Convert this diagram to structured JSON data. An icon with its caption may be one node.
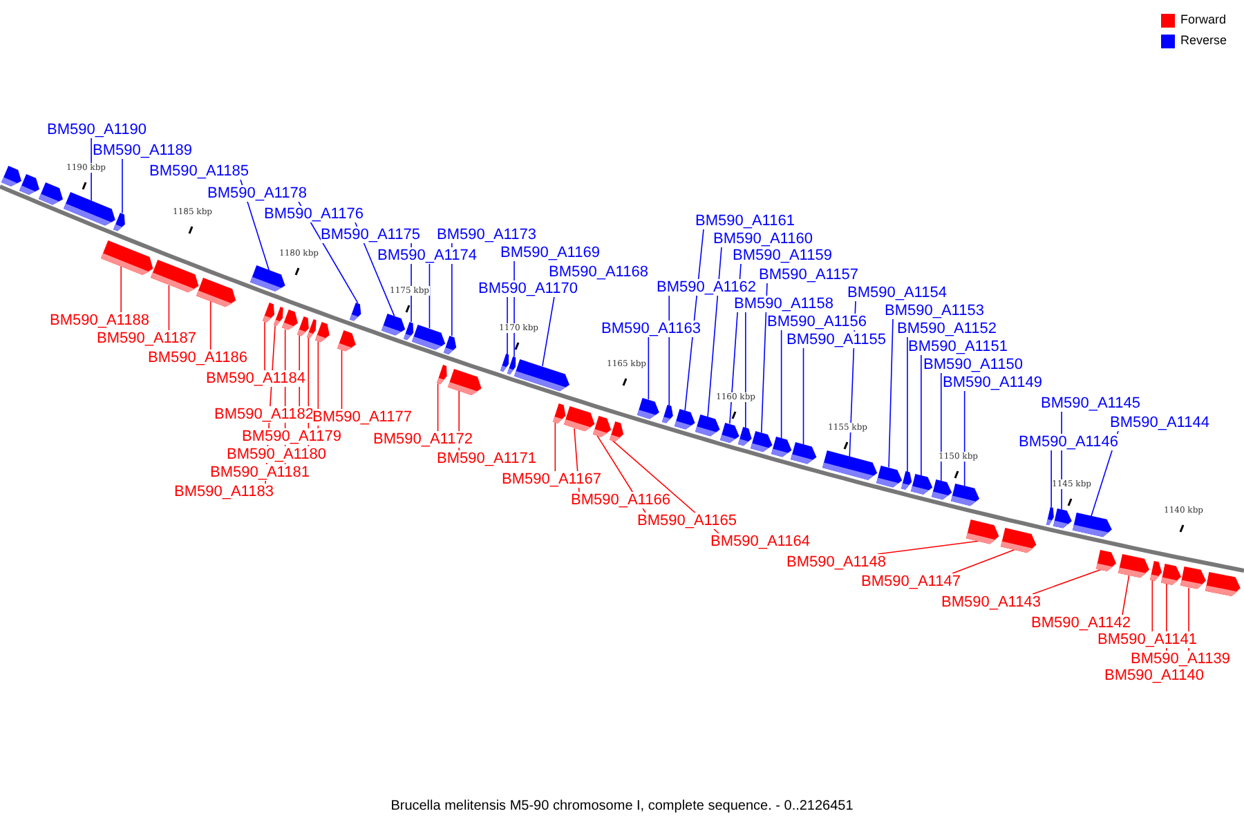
{
  "diagram": {
    "caption": "Brucella melitensis M5-90 chromosome I, complete sequence. - 0..2126451",
    "nodes": [
      {
        "text": [
          "BM590_A1190"
        ]
      },
      {
        "text": [
          "BM590_A1189"
        ]
      },
      {
        "text": [
          "BM590_A1185"
        ]
      },
      {
        "text": [
          "BM590_A1178"
        ]
      },
      {
        "text": [
          "BM590_A1176"
        ]
      },
      {
        "text": [
          "BM590_A1175"
        ]
      },
      {
        "text": [
          "BM590_A1174"
        ]
      },
      {
        "text": [
          "BM590_A1173"
        ]
      },
      {
        "text": [
          "BM590_A1169"
        ]
      },
      {
        "text": [
          "BM590_A1170"
        ]
      },
      {
        "text": [
          "BM590_A1168"
        ]
      },
      {
        "text": [
          "BM590_A1161"
        ]
      },
      {
        "text": [
          "BM590_A1160"
        ]
      },
      {
        "text": [
          "BM590_A1159"
        ]
      },
      {
        "text": [
          "BM590_A1162"
        ]
      },
      {
        "text": [
          "BM590_A1157"
        ]
      },
      {
        "text": [
          "BM590_A1158"
        ]
      },
      {
        "text": [
          "BM590_A1163"
        ]
      },
      {
        "text": [
          "BM590_A1156"
        ]
      },
      {
        "text": [
          "BM590_A1155"
        ]
      },
      {
        "text": [
          "BM590_A1154"
        ]
      },
      {
        "text": [
          "BM590_A1153"
        ]
      },
      {
        "text": [
          "BM590_A1152"
        ]
      },
      {
        "text": [
          "BM590_A1151"
        ]
      },
      {
        "text": [
          "BM590_A1150"
        ]
      },
      {
        "text": [
          "BM590_A1149"
        ]
      },
      {
        "text": [
          "BM590_A1145"
        ]
      },
      {
        "text": [
          "BM590_A1144"
        ]
      },
      {
        "text": [
          "BM590_A1146"
        ]
      },
      {
        "text": [
          "BM590_A1188"
        ]
      },
      {
        "text": [
          "BM590_A1187"
        ]
      },
      {
        "text": [
          "BM590_A1186"
        ]
      },
      {
        "text": [
          "BM590_A1184"
        ]
      },
      {
        "text": [
          "BM590_A1182"
        ]
      },
      {
        "text": [
          "BM590_A1177"
        ]
      },
      {
        "text": [
          "BM590_A1179"
        ]
      },
      {
        "text": [
          "BM590_A1180"
        ]
      },
      {
        "text": [
          "BM590_A1181"
        ]
      },
      {
        "text": [
          "BM590_A1183"
        ]
      },
      {
        "text": [
          "BM590_A1172"
        ]
      },
      {
        "text": [
          "BM590_A1171"
        ]
      },
      {
        "text": [
          "BM590_A1167"
        ]
      },
      {
        "text": [
          "BM590_A1166"
        ]
      },
      {
        "text": [
          "BM590_A1165"
        ]
      },
      {
        "text": [
          "BM590_A1164"
        ]
      },
      {
        "text": [
          "BM590_A1148"
        ]
      },
      {
        "text": [
          "BM590_A1147"
        ]
      },
      {
        "text": [
          "BM590_A1143"
        ]
      },
      {
        "text": [
          "BM590_A1142"
        ]
      },
      {
        "text": [
          "BM590_A1141"
        ]
      },
      {
        "text": [
          "BM590_A1139"
        ]
      },
      {
        "text": [
          "BM590_A1140"
        ]
      },
      {
        "text": [],
        "shape": "box"
      },
      {
        "text": [],
        "shape": "box"
      },
      {
        "text": [],
        "shape": "box"
      },
      {
        "text": [],
        "shape": "box"
      },
      {
        "text": [],
        "shape": "box"
      },
      {
        "text": [],
        "shape": "box"
      },
      {
        "text": [],
        "shape": "box"
      },
      {
        "text": [],
        "shape": "box"
      },
      {
        "text": [],
        "shape": "box"
      },
      {
        "text": [],
        "shape": "box"
      },
      {
        "text": [],
        "shape": "box"
      },
      {
        "text": [],
        "shape": "box"
      },
      {
        "text": [],
        "shape": "box"
      },
      {
        "text": [],
        "shape": "box"
      },
      {
        "text": [],
        "shape": "box"
      },
      {
        "text": [],
        "shape": "box"
      },
      {
        "text": [],
        "shape": "box"
      },
      {
        "text": [],
        "shape": "box"
      },
      {
        "text": [],
        "shape": "box"
      },
      {
        "text": [],
        "shape": "box"
      },
      {
        "text": [],
        "shape": "box"
      },
      {
        "text": [],
        "shape": "box"
      },
      {
        "text": [],
        "shape": "box"
      },
      {
        "text": [],
        "shape": "box"
      },
      {
        "text": [],
        "shape": "box"
      },
      {
        "text": [],
        "shape": "box"
      },
      {
        "text": [],
        "shape": "box"
      },
      {
        "text": [],
        "shape": "box"
      },
      {
        "text": [],
        "shape": "box"
      },
      {
        "text": [],
        "shape": "box"
      },
      {
        "text": [],
        "shape": "box"
      },
      {
        "text": [],
        "shape": "box"
      },
      {
        "text": [],
        "shape": "box"
      },
      {
        "text": [],
        "shape": "box"
      },
      {
        "text": [],
        "shape": "box"
      },
      {
        "text": [],
        "shape": "box"
      },
      {
        "text": [],
        "shape": "box"
      },
      {
        "text": [],
        "shape": "box"
      },
      {
        "text": [],
        "shape": "box"
      },
      {
        "text": [],
        "shape": "box"
      },
      {
        "text": [],
        "shape": "box"
      },
      {
        "text": [],
        "shape": "box"
      },
      {
        "text": [],
        "shape": "box"
      },
      {
        "text": [],
        "shape": "box"
      },
      {
        "text": [],
        "shape": "box"
      },
      {
        "text": [],
        "shape": "box"
      },
      {
        "text": [],
        "shape": "box"
      },
      {
        "text": [],
        "shape": "box"
      },
      {
        "text": [],
        "shape": "box"
      },
      {
        "text": [],
        "shape": "box"
      },
      {
        "text": [],
        "shape": "box"
      },
      {
        "text": [],
        "shape": "box"
      },
      {
        "text": [],
        "shape": "box"
      },
      {
        "text": [],
        "shape": "box"
      },
      {
        "text": [],
        "shape": "box"
      },
      {
        "text": [],
        "shape": "box"
      }
    ],
    "edges": [
      {
        "from": 0,
        "to": 55,
        "arrow": "none"
      },
      {
        "from": 1,
        "to": 57,
        "arrow": "none"
      },
      {
        "from": 2,
        "to": 60,
        "arrow": "none"
      },
      {
        "from": 3,
        "to": 68,
        "arrow": "none"
      },
      {
        "from": 4,
        "to": 69,
        "arrow": "none"
      },
      {
        "from": 5,
        "to": 70,
        "arrow": "none"
      },
      {
        "from": 6,
        "to": 71,
        "arrow": "none"
      },
      {
        "from": 7,
        "to": 72,
        "arrow": "none"
      },
      {
        "from": 8,
        "to": 76,
        "arrow": "none"
      },
      {
        "from": 9,
        "to": 75,
        "arrow": "none"
      },
      {
        "from": 10,
        "to": 77,
        "arrow": "none"
      },
      {
        "from": 11,
        "to": 84,
        "arrow": "none"
      },
      {
        "from": 12,
        "to": 85,
        "arrow": "none"
      },
      {
        "from": 13,
        "to": 86,
        "arrow": "none"
      },
      {
        "from": 14,
        "to": 83,
        "arrow": "none"
      },
      {
        "from": 15,
        "to": 88,
        "arrow": "none"
      },
      {
        "from": 16,
        "to": 87,
        "arrow": "none"
      },
      {
        "from": 17,
        "to": 82,
        "arrow": "none"
      },
      {
        "from": 18,
        "to": 89,
        "arrow": "none"
      },
      {
        "from": 19,
        "to": 90,
        "arrow": "none"
      },
      {
        "from": 20,
        "to": 91,
        "arrow": "none"
      },
      {
        "from": 21,
        "to": 92,
        "arrow": "none"
      },
      {
        "from": 22,
        "to": 93,
        "arrow": "none"
      },
      {
        "from": 23,
        "to": 94,
        "arrow": "none"
      },
      {
        "from": 24,
        "to": 95,
        "arrow": "none"
      },
      {
        "from": 25,
        "to": 96,
        "arrow": "none"
      },
      {
        "from": 26,
        "to": 100,
        "arrow": "none"
      },
      {
        "from": 27,
        "to": 101,
        "arrow": "none"
      },
      {
        "from": 28,
        "to": 99,
        "arrow": "none"
      },
      {
        "from": 29,
        "to": 56,
        "arrow": "none",
        "color": "#ff0000"
      },
      {
        "from": 30,
        "to": 58,
        "arrow": "none",
        "color": "#ff0000"
      },
      {
        "from": 31,
        "to": 59,
        "arrow": "none",
        "color": "#ff0000"
      },
      {
        "from": 32,
        "to": 61,
        "arrow": "none",
        "color": "#ff0000"
      },
      {
        "from": 38,
        "to": 62,
        "arrow": "none",
        "color": "#ff0000"
      },
      {
        "from": 37,
        "to": 63,
        "arrow": "none",
        "color": "#ff0000"
      },
      {
        "from": 33,
        "to": 64,
        "arrow": "none",
        "color": "#ff0000"
      },
      {
        "from": 36,
        "to": 65,
        "arrow": "none",
        "color": "#ff0000"
      },
      {
        "from": 35,
        "to": 66,
        "arrow": "none",
        "color": "#ff0000"
      },
      {
        "from": 34,
        "to": 67,
        "arrow": "none",
        "color": "#ff0000"
      },
      {
        "from": 39,
        "to": 73,
        "arrow": "none",
        "color": "#ff0000"
      },
      {
        "from": 40,
        "to": 74,
        "arrow": "none",
        "color": "#ff0000"
      },
      {
        "from": 41,
        "to": 78,
        "arrow": "none",
        "color": "#ff0000"
      },
      {
        "from": 42,
        "to": 79,
        "arrow": "none",
        "color": "#ff0000"
      },
      {
        "from": 43,
        "to": 80,
        "arrow": "none",
        "color": "#ff0000"
      },
      {
        "from": 44,
        "to": 81,
        "arrow": "none",
        "color": "#ff0000"
      },
      {
        "from": 45,
        "to": 97,
        "arrow": "none",
        "color": "#ff0000"
      },
      {
        "from": 46,
        "to": 98,
        "arrow": "none",
        "color": "#ff0000"
      },
      {
        "from": 47,
        "to": 102,
        "arrow": "none",
        "color": "#ff0000"
      },
      {
        "from": 48,
        "to": 103,
        "arrow": "none",
        "color": "#ff0000"
      },
      {
        "from": 49,
        "to": 104,
        "arrow": "none",
        "color": "#ff0000"
      },
      {
        "from": 51,
        "to": 105,
        "arrow": "none",
        "color": "#ff0000"
      },
      {
        "from": 50,
        "to": 106,
        "arrow": "none",
        "color": "#ff0000"
      }
    ],
    "labels": [
      "1190 kbp",
      "1185 kbp",
      "1180 kbp",
      "1175 kbp",
      "1170 kbp",
      "1165 kbp",
      "1160 kbp",
      "1155 kbp",
      "1150 kbp",
      "1145 kbp",
      "1140 kbp"
    ],
    "legend": [
      {
        "text": "Forward",
        "color": "#ff0000"
      },
      {
        "text": "Reverse",
        "color": "#0000ff"
      }
    ]
  }
}
